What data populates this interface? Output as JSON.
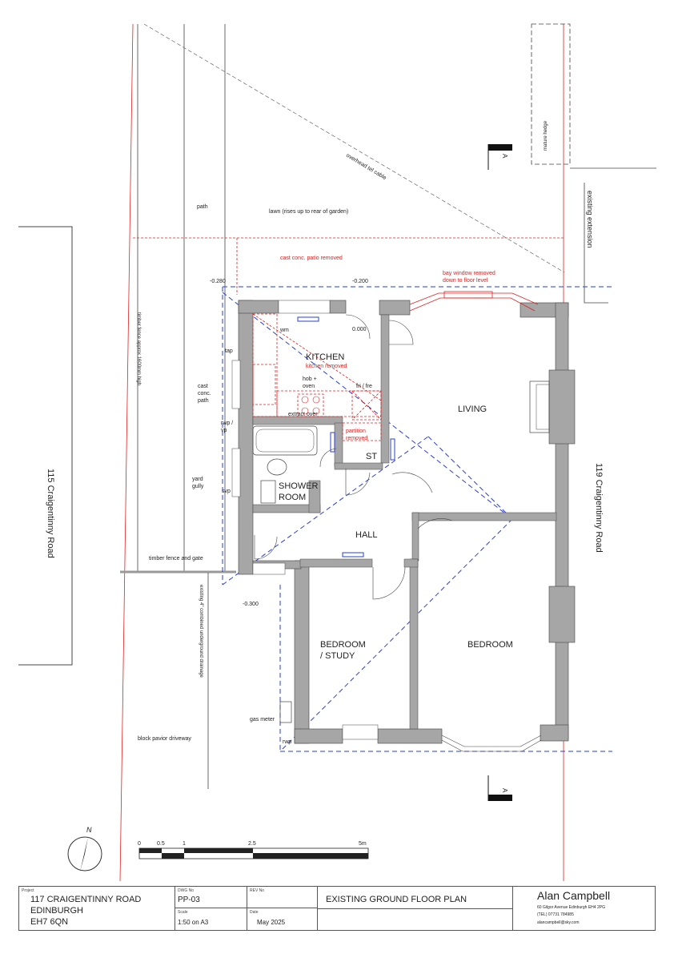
{
  "plan": {
    "rooms": {
      "kitchen": "KITCHEN",
      "living": "LIVING",
      "shower_l1": "SHOWER",
      "shower_l2": "ROOM",
      "st": "ST",
      "hall": "HALL",
      "bedroom_study_l1": "BEDROOM",
      "bedroom_study_l2": "/ STUDY",
      "bedroom": "BEDROOM"
    },
    "notes": {
      "overhead_cable": "overhead tel cable",
      "lawn": "lawn (rises up to rear of garden)",
      "path": "path",
      "mature_hedge": "mature hedge",
      "existing_extension": "existing extension",
      "timber_fence": "timber fence approx 1600mm high",
      "cast_conc_path_l1": "cast",
      "cast_conc_path_l2": "conc.",
      "cast_conc_path_l3": "path",
      "tap": "tap",
      "rwp_vp_l1": "rwp /",
      "rwp_vp_l2": "vp",
      "yard_gully_l1": "yard",
      "yard_gully_l2": "gully",
      "svp": "svp",
      "timber_fence_gate": "timber fence and gate",
      "drainage": "existing 4\" combined underground drainage",
      "gas_meter": "gas meter",
      "rwp": "rwp",
      "block_paviour": "block pavior driveway",
      "wm": "wm",
      "hob_l1": "hob +",
      "hob_l2": "oven",
      "fri_fre": "fri / fre",
      "extract": "extract over",
      "left_road": "115 Craigentinny Road",
      "right_road": "119 Craigentinny Road",
      "north": "N"
    },
    "removed": {
      "patio": "cast conc. patio removed",
      "bay_l1": "bay window removed",
      "bay_l2": "down to floor level",
      "kitchen": "kitchen removed",
      "partition_l1": "partition",
      "partition_l2": "removed"
    },
    "levels": {
      "l1": "-0.280",
      "l2": "-0.200",
      "l3": "0.000",
      "l4": "-0.300"
    },
    "section_marker": "A",
    "scale_bar": {
      "t0": "0",
      "t1": "0.5",
      "t2": "1",
      "t3": "2.5",
      "t4": "5m"
    }
  },
  "title_block": {
    "project_label": "Project",
    "project_l1": "117 CRAIGENTINNY ROAD",
    "project_l2": "EDINBURGH",
    "project_l3": "EH7 6QN",
    "dwg_label": "DWG No",
    "dwg_value": "PP-03",
    "rev_label": "REV No",
    "scale_label": "Scale",
    "scale_value": "1:50 on A3",
    "date_label": "Date",
    "date_value": "May 2025",
    "drawing_title": "EXISTING GROUND FLOOR PLAN",
    "author": "Alan Campbell",
    "address": "60 Gilgor Avenue Edinburgh EH4 2PG",
    "tel": "(TEL) 07731 784985",
    "email": "alancampbell@sky.com"
  },
  "colors": {
    "wall": "#a6a6a6",
    "removed": "#e02020",
    "section_line": "#2a3fd6"
  }
}
